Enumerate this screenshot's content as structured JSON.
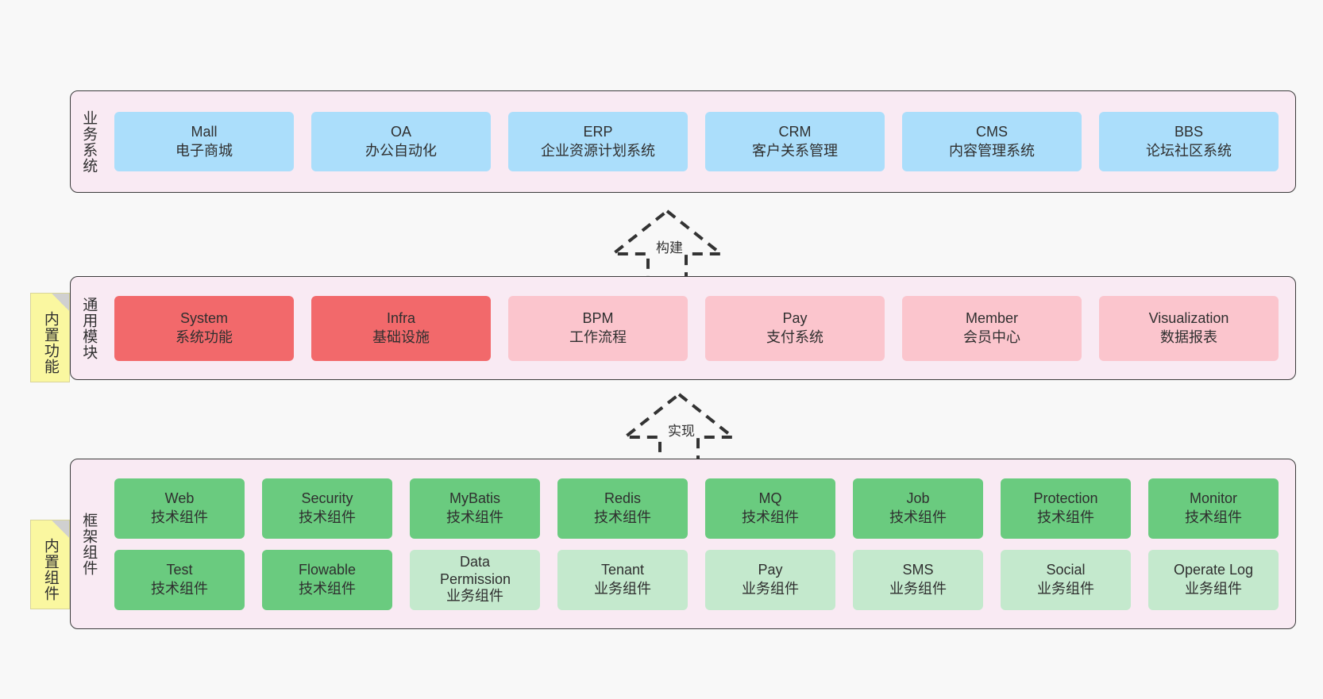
{
  "canvas": {
    "background": "#f8f8f8",
    "panel_fill": "#F9EAF3",
    "panel_border": "#3b3b3b"
  },
  "layers": [
    {
      "id": "business",
      "title": "业务系统",
      "card_color": "#ABDEFB",
      "cards": [
        {
          "name": "Mall",
          "desc": "电子商城"
        },
        {
          "name": "OA",
          "desc": "办公自动化"
        },
        {
          "name": "ERP",
          "desc": "企业资源计划系统"
        },
        {
          "name": "CRM",
          "desc": "客户关系管理"
        },
        {
          "name": "CMS",
          "desc": "内容管理系统"
        },
        {
          "name": "BBS",
          "desc": "论坛社区系统"
        }
      ]
    },
    {
      "id": "common-modules",
      "title": "通用模块",
      "note": "内置功能",
      "cards": [
        {
          "name": "System",
          "desc": "系统功能",
          "color": "#F2696B"
        },
        {
          "name": "Infra",
          "desc": "基础设施",
          "color": "#F2696B"
        },
        {
          "name": "BPM",
          "desc": "工作流程",
          "color": "#FBC5CD"
        },
        {
          "name": "Pay",
          "desc": "支付系统",
          "color": "#FBC5CD"
        },
        {
          "name": "Member",
          "desc": "会员中心",
          "color": "#FBC5CD"
        },
        {
          "name": "Visualization",
          "desc": "数据报表",
          "color": "#FBC5CD"
        }
      ]
    },
    {
      "id": "framework-components",
      "title": "框架组件",
      "note": "内置组件",
      "rows": [
        [
          {
            "name": "Web",
            "desc": "技术组件",
            "color": "#6ACB7F"
          },
          {
            "name": "Security",
            "desc": "技术组件",
            "color": "#6ACB7F"
          },
          {
            "name": "MyBatis",
            "desc": "技术组件",
            "color": "#6ACB7F"
          },
          {
            "name": "Redis",
            "desc": "技术组件",
            "color": "#6ACB7F"
          },
          {
            "name": "MQ",
            "desc": "技术组件",
            "color": "#6ACB7F"
          },
          {
            "name": "Job",
            "desc": "技术组件",
            "color": "#6ACB7F"
          },
          {
            "name": "Protection",
            "desc": "技术组件",
            "color": "#6ACB7F"
          },
          {
            "name": "Monitor",
            "desc": "技术组件",
            "color": "#6ACB7F"
          }
        ],
        [
          {
            "name": "Test",
            "desc": "技术组件",
            "color": "#6ACB7F"
          },
          {
            "name": "Flowable",
            "desc": "技术组件",
            "color": "#6ACB7F"
          },
          {
            "name": "Data Permission",
            "desc": "业务组件",
            "color": "#C4E9CD",
            "wrap": true
          },
          {
            "name": "Tenant",
            "desc": "业务组件",
            "color": "#C4E9CD"
          },
          {
            "name": "Pay",
            "desc": "业务组件",
            "color": "#C4E9CD"
          },
          {
            "name": "SMS",
            "desc": "业务组件",
            "color": "#C4E9CD"
          },
          {
            "name": "Social",
            "desc": "业务组件",
            "color": "#C4E9CD"
          },
          {
            "name": "Operate Log",
            "desc": "业务组件",
            "color": "#C4E9CD"
          }
        ]
      ]
    }
  ],
  "connectors": [
    {
      "id": "build",
      "label": "构建"
    },
    {
      "id": "implement",
      "label": "实现"
    }
  ]
}
